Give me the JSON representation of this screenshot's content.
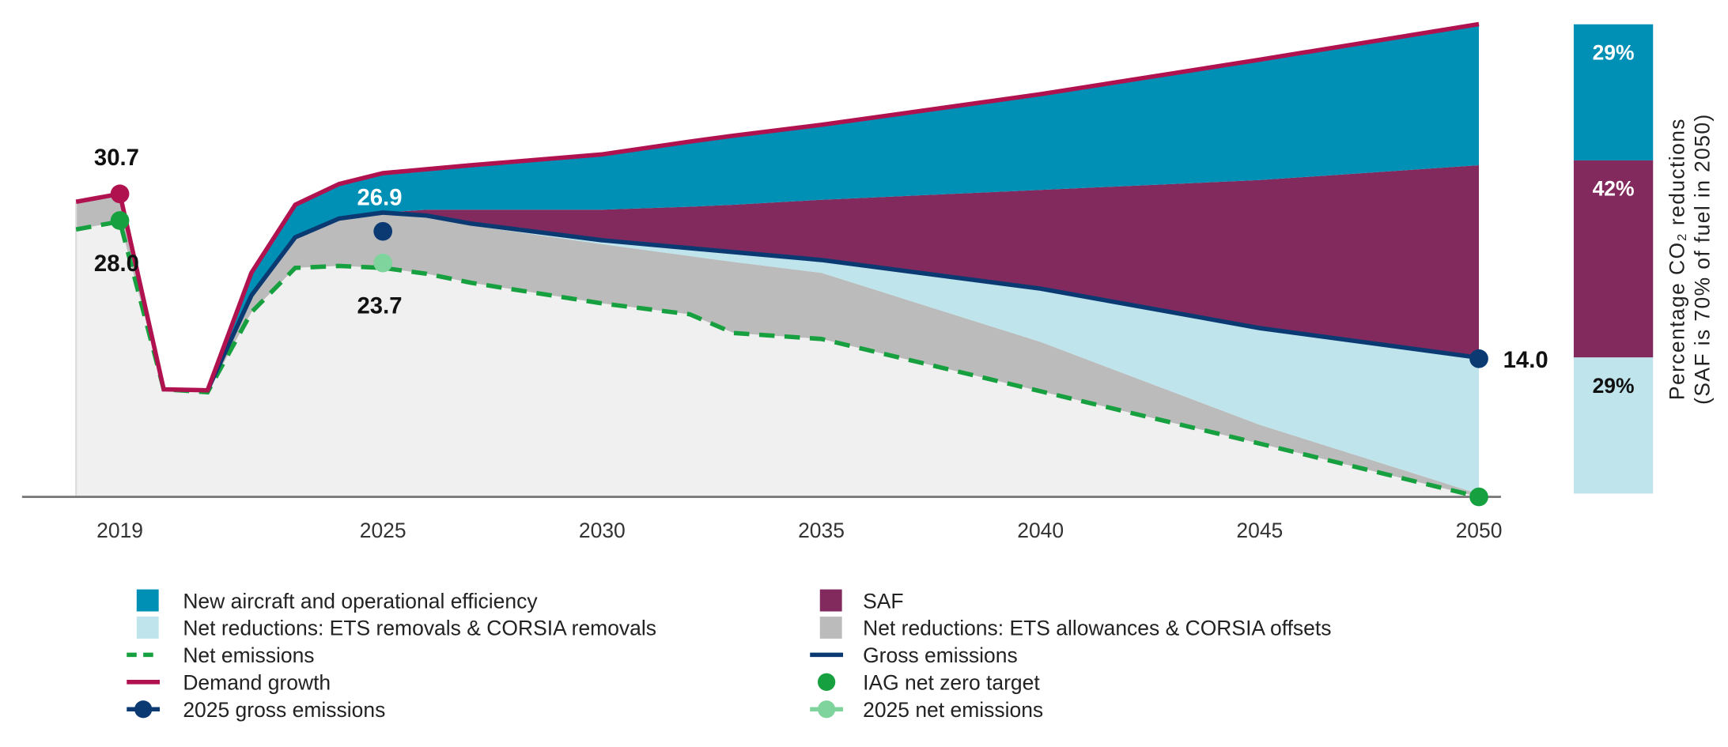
{
  "chart_data": {
    "type": "area",
    "title": "",
    "xlabel": "",
    "ylabel": "",
    "x_ticks": [
      "2019",
      "2025",
      "2030",
      "2035",
      "2040",
      "2045",
      "2050"
    ],
    "x_tick_values": [
      2019,
      2025,
      2030,
      2035,
      2040,
      2045,
      2050
    ],
    "xlim": [
      2018,
      2050
    ],
    "ylim": [
      0,
      48
    ],
    "grid": false,
    "x": [
      2018,
      2019,
      2020,
      2021,
      2022,
      2023,
      2024,
      2025,
      2026,
      2027,
      2030,
      2032,
      2033,
      2035,
      2040,
      2045,
      2050
    ],
    "series": [
      {
        "name": "Demand growth",
        "key": "demand",
        "values": [
          29.9,
          30.7,
          10.9,
          10.8,
          22.7,
          29.6,
          31.7,
          32.8,
          33.2,
          33.6,
          34.7,
          36.0,
          36.6,
          37.7,
          40.8,
          44.3,
          47.9
        ]
      },
      {
        "name": "New aircraft and operational efficiency (lower boundary)",
        "key": "saf_top",
        "values": [
          29.9,
          30.7,
          10.9,
          10.8,
          20.4,
          26.3,
          28.2,
          28.8,
          29.1,
          29.1,
          29.1,
          29.4,
          29.6,
          30.1,
          31.1,
          32.1,
          33.6
        ]
      },
      {
        "name": "Gross emissions",
        "key": "gross",
        "values": [
          29.9,
          30.7,
          10.9,
          10.8,
          20.4,
          26.3,
          28.2,
          28.8,
          28.5,
          27.7,
          26.0,
          25.2,
          24.8,
          24.0,
          21.1,
          17.1,
          14.1
        ]
      },
      {
        "name": "Net reductions: ETS allowances & CORSIA offsets (upper boundary)",
        "key": "removals_top",
        "values": [
          29.9,
          30.7,
          10.9,
          10.8,
          20.4,
          26.3,
          28.2,
          28.8,
          28.5,
          27.5,
          25.6,
          24.4,
          23.8,
          22.7,
          15.7,
          7.3,
          0.3
        ]
      },
      {
        "name": "Net emissions",
        "key": "net",
        "values": [
          27.1,
          27.9,
          10.9,
          10.6,
          18.7,
          23.2,
          23.4,
          23.2,
          22.6,
          21.7,
          19.6,
          18.5,
          16.6,
          16.0,
          10.7,
          5.4,
          0.0
        ]
      }
    ],
    "points": [
      {
        "name": "2019 demand",
        "x": 2019,
        "y": 30.7,
        "label": "30.7",
        "color": "#b0124f"
      },
      {
        "name": "2019 net",
        "x": 2019,
        "y": 28.0,
        "label": "28.0",
        "color": "#17a03f"
      },
      {
        "name": "2025 gross emissions",
        "x": 2025,
        "y": 26.9,
        "label": "26.9",
        "color": "#0b3a73"
      },
      {
        "name": "2025 net emissions",
        "x": 2025,
        "y": 23.7,
        "label": "23.7",
        "color": "#7fd39d"
      },
      {
        "name": "2050 gross",
        "x": 2050,
        "y": 14.0,
        "label": "14.0",
        "color": "#0b3a73"
      },
      {
        "name": "IAG net zero target",
        "x": 2050,
        "y": 0,
        "label": "",
        "color": "#17a03f"
      }
    ],
    "reduction_bar": {
      "title_line1": "Percentage CO₂ reductions",
      "title_line2": "(SAF is 70% of fuel in 2050)",
      "segments": [
        {
          "name": "New aircraft and operational efficiency",
          "value": 29,
          "label": "29%",
          "color": "#0090b5",
          "text_color": "#ffffff"
        },
        {
          "name": "SAF",
          "value": 42,
          "label": "42%",
          "color": "#822a5e",
          "text_color": "#ffffff"
        },
        {
          "name": "Net reductions: ETS removals & CORSIA removals",
          "value": 29,
          "label": "29%",
          "color": "#bfe4eb",
          "text_color": "#111111"
        }
      ]
    },
    "legend": [
      {
        "label": "New aircraft and operational efficiency",
        "kind": "box",
        "color": "#0090b5"
      },
      {
        "label": "SAF",
        "kind": "box",
        "color": "#822a5e"
      },
      {
        "label": "Net reductions: ETS removals & CORSIA removals",
        "kind": "box",
        "color": "#bfe4eb"
      },
      {
        "label": "Net reductions: ETS allowances & CORSIA offsets",
        "kind": "box",
        "color": "#bbbbbb"
      },
      {
        "label": "Net emissions",
        "kind": "dash",
        "color": "#17a03f"
      },
      {
        "label": "Gross emissions",
        "kind": "line",
        "color": "#0b3a73"
      },
      {
        "label": "Demand growth",
        "kind": "line",
        "color": "#b0124f"
      },
      {
        "label": "IAG net zero target",
        "kind": "dot",
        "color": "#17a03f"
      },
      {
        "label": "2025 gross emissions",
        "kind": "linedot",
        "color": "#0b3a73"
      },
      {
        "label": "2025 net emissions",
        "kind": "linedot",
        "color": "#7fd39d"
      }
    ],
    "legend_placement": "bottom",
    "colors": {
      "efficiency": "#0090b5",
      "saf": "#822a5e",
      "removals": "#bfe4eb",
      "offsets": "#bbbbbb",
      "base": "#f0f0f0",
      "axis": "#7a7a7a"
    }
  }
}
